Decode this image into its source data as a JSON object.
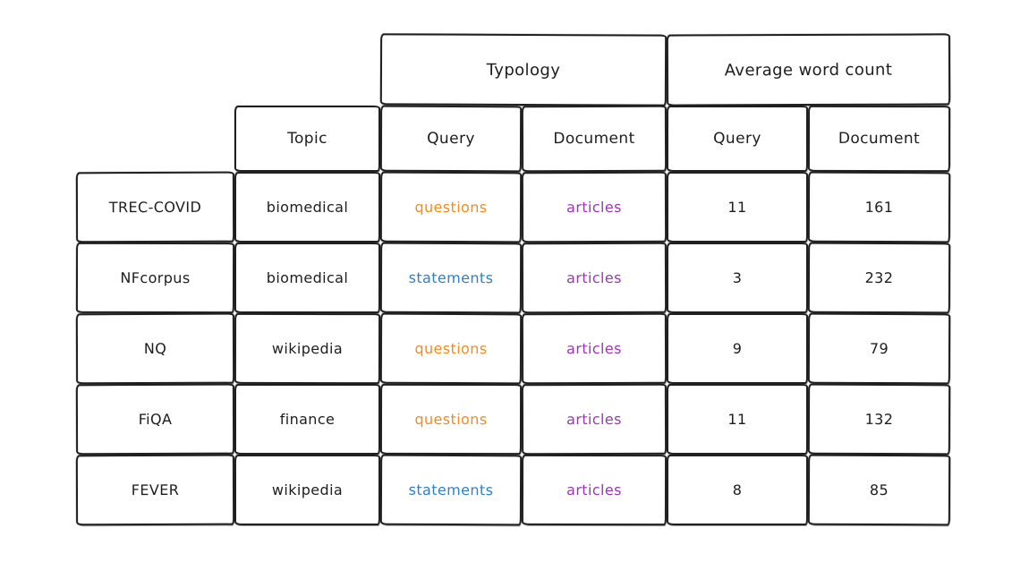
{
  "page": {
    "background_color": "#ffffff"
  },
  "table": {
    "colors": {
      "questions_orange": "#ef8d22",
      "statements_blue": "#2e80c7",
      "articles_purple": "#9c36b5",
      "ink_black": "#1d1d1d"
    },
    "group_headers": {
      "typology": "Typology",
      "average_word_count": "Average word count"
    },
    "column_headers": {
      "topic": "Topic",
      "typology_query": "Query",
      "typology_document": "Document",
      "awc_query": "Query",
      "awc_document": "Document"
    },
    "rows": [
      {
        "dataset": "TREC-COVID",
        "topic": "biomedical",
        "query_type": "questions",
        "query_type_color": "#ef8d22",
        "doc_type": "articles",
        "doc_type_color": "#9c36b5",
        "avg_query_words": "11",
        "avg_doc_words": "161"
      },
      {
        "dataset": "NFcorpus",
        "topic": "biomedical",
        "query_type": "statements",
        "query_type_color": "#2e80c7",
        "doc_type": "articles",
        "doc_type_color": "#9c36b5",
        "avg_query_words": "3",
        "avg_doc_words": "232"
      },
      {
        "dataset": "NQ",
        "topic": "wikipedia",
        "query_type": "questions",
        "query_type_color": "#ef8d22",
        "doc_type": "articles",
        "doc_type_color": "#9c36b5",
        "avg_query_words": "9",
        "avg_doc_words": "79"
      },
      {
        "dataset": "FiQA",
        "topic": "finance",
        "query_type": "questions",
        "query_type_color": "#ef8d22",
        "doc_type": "articles",
        "doc_type_color": "#9c36b5",
        "avg_query_words": "11",
        "avg_doc_words": "132"
      },
      {
        "dataset": "FEVER",
        "topic": "wikipedia",
        "query_type": "statements",
        "query_type_color": "#2e80c7",
        "doc_type": "articles",
        "doc_type_color": "#9c36b5",
        "avg_query_words": "8",
        "avg_doc_words": "85"
      }
    ]
  }
}
